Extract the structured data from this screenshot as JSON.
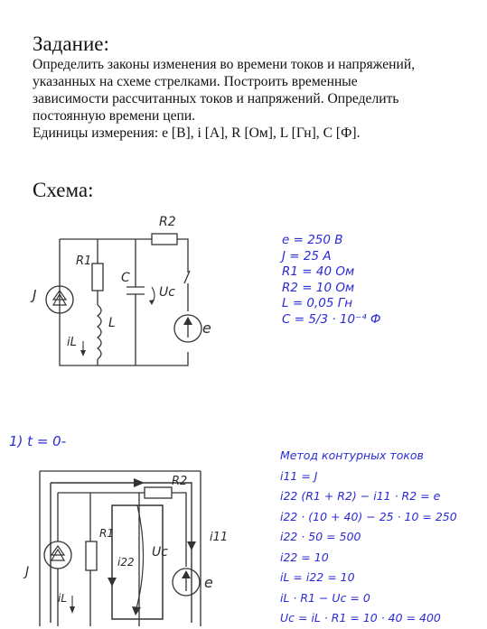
{
  "task": {
    "heading": "Задание:",
    "line1": "Определить законы изменения во времени токов и напряжений,",
    "line2": "указанных на схеме стрелками. Построить временные",
    "line3": "зависимости рассчитанных токов и напряжений. Определить",
    "line4": "постоянную времени цепи.",
    "units": "Единицы измерения: e [В], i [А], R [Ом], L [Гн], C [Ф]."
  },
  "scheme": {
    "heading": "Схема:",
    "labels": {
      "R2": "R2",
      "R1": "R1",
      "C": "C",
      "Uc": "Uc",
      "L": "L",
      "J": "J",
      "iL": "iL",
      "e": "e"
    }
  },
  "given": {
    "e": "e = 250 B",
    "J": "J = 25 A",
    "R1": "R1 = 40 Ом",
    "R2": "R2 = 10 Ом",
    "L": "L = 0,05 Гн",
    "C": "C = 5/3 · 10⁻⁴ Ф"
  },
  "solution": {
    "step": "1)  t = 0-",
    "method": "Метод контурных токов",
    "eq1": "i11 = J",
    "eq2": "i22 (R1 + R2) − i11 · R2 = e",
    "eq3": "i22 · (10 + 40) − 25 · 10 = 250",
    "eq4": "i22 · 50 = 500",
    "eq5": "i22 = 10",
    "eq6": "iL = i22 = 10",
    "eq7": "iL · R1 − Uc = 0",
    "eq8": "Uc = iL · R1 = 10 · 40 = 400"
  },
  "circuit2": {
    "labels": {
      "R2": "R2",
      "R1": "R1",
      "i22": "i22",
      "Uc": "Uc",
      "i11": "i11",
      "J": "J",
      "iL": "iL",
      "e": "e"
    }
  }
}
